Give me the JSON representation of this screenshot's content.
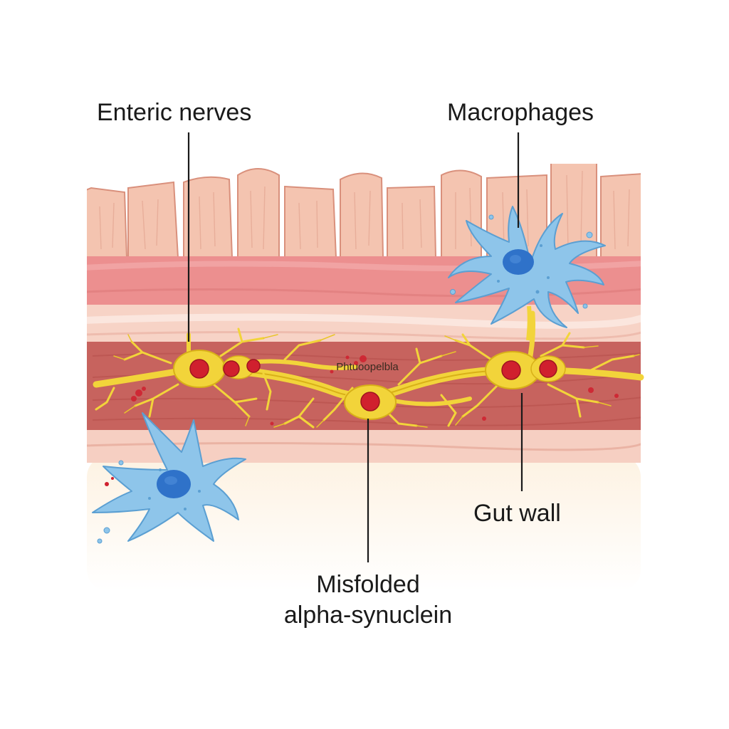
{
  "labels": {
    "enteric_nerves": "Enteric nerves",
    "macrophages": "Macrophages",
    "gut_wall": "Gut wall",
    "misfolded_line1": "Misfolded",
    "misfolded_line2": "alpha-synuclein",
    "garbled_center": "Phtuoopelbla"
  },
  "colors": {
    "villi": "#f4c4b0",
    "villi_stroke": "#d9907c",
    "mucosa": "#ec8f8f",
    "submucosa": "#f7d3c6",
    "muscle": "#c7635e",
    "serosa": "#f6cfc2",
    "lumen_bg": "#fdf4e8",
    "neuron": "#f2d43a",
    "neuron_stroke": "#d8b018",
    "aggregate": "#d0202e",
    "macrophage": "#8ec5ea",
    "macrophage_stroke": "#5b9fd2",
    "nucleus": "#2f72c9"
  },
  "icons": [
    "enteric-neuron-icon",
    "macrophage-icon",
    "alpha-synuclein-aggregate-icon",
    "villi-icon"
  ]
}
